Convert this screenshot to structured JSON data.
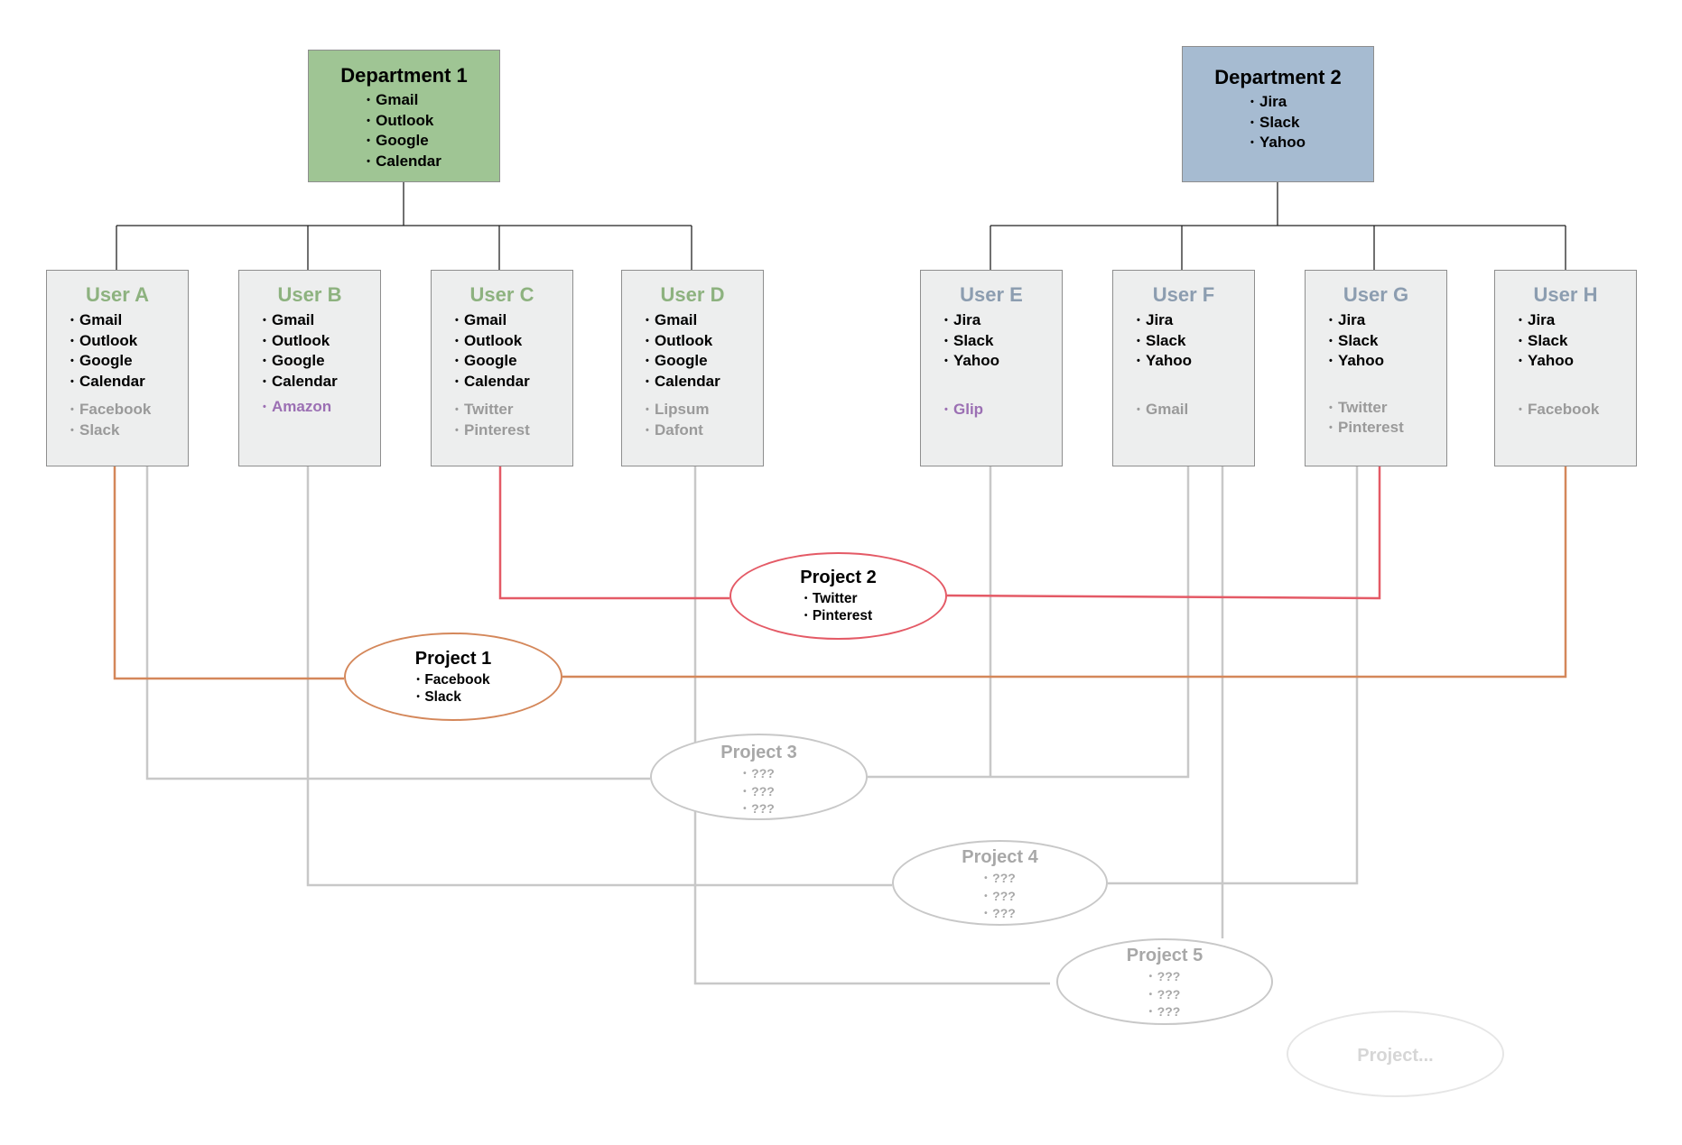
{
  "departments": [
    {
      "id": "dept-1",
      "title": "Department 1",
      "apps": [
        "Gmail",
        "Outlook",
        "Google",
        "Calendar"
      ],
      "color": "#9fc594"
    },
    {
      "id": "dept-2",
      "title": "Department 2",
      "apps": [
        "Jira",
        "Slack",
        "Yahoo"
      ],
      "color": "#a6bbd1"
    }
  ],
  "users": [
    {
      "id": "user-a",
      "title": "User A",
      "apps": [
        "Gmail",
        "Outlook",
        "Google",
        "Calendar"
      ],
      "extra": [
        "Facebook",
        "Slack"
      ]
    },
    {
      "id": "user-b",
      "title": "User B",
      "apps": [
        "Gmail",
        "Outlook",
        "Google",
        "Calendar"
      ],
      "extra": [
        "Amazon"
      ]
    },
    {
      "id": "user-c",
      "title": "User C",
      "apps": [
        "Gmail",
        "Outlook",
        "Google",
        "Calendar"
      ],
      "extra": [
        "Twitter",
        "Pinterest"
      ]
    },
    {
      "id": "user-d",
      "title": "User D",
      "apps": [
        "Gmail",
        "Outlook",
        "Google",
        "Calendar"
      ],
      "extra": [
        "Lipsum",
        "Dafont"
      ]
    },
    {
      "id": "user-e",
      "title": "User E",
      "apps": [
        "Jira",
        "Slack",
        "Yahoo"
      ],
      "extra": [
        "Glip"
      ]
    },
    {
      "id": "user-f",
      "title": "User F",
      "apps": [
        "Jira",
        "Slack",
        "Yahoo"
      ],
      "extra": [
        "Gmail"
      ]
    },
    {
      "id": "user-g",
      "title": "User G",
      "apps": [
        "Jira",
        "Slack",
        "Yahoo"
      ],
      "extra": [
        "Twitter",
        "Pinterest"
      ]
    },
    {
      "id": "user-h",
      "title": "User H",
      "apps": [
        "Jira",
        "Slack",
        "Yahoo"
      ],
      "extra": [
        "Facebook"
      ]
    }
  ],
  "projects": [
    {
      "id": "project-1",
      "title": "Project 1",
      "apps": [
        "Facebook",
        "Slack"
      ],
      "color": "#d4875a"
    },
    {
      "id": "project-2",
      "title": "Project 2",
      "apps": [
        "Twitter",
        "Pinterest"
      ],
      "color": "#e45a66"
    },
    {
      "id": "project-3",
      "title": "Project 3",
      "apps": [
        "???",
        "???",
        "???"
      ],
      "color": "#c8c8c8"
    },
    {
      "id": "project-4",
      "title": "Project 4",
      "apps": [
        "???",
        "???",
        "???"
      ],
      "color": "#c8c8c8"
    },
    {
      "id": "project-5",
      "title": "Project 5",
      "apps": [
        "???",
        "???",
        "???"
      ],
      "color": "#c8c8c8"
    },
    {
      "id": "project-more",
      "title": "Project...",
      "apps": [],
      "color": "#e6e6e6"
    }
  ],
  "bullet": "•",
  "colors": {
    "green_title": "#8db27f",
    "blue_title": "#8c9db0",
    "highlight": "#9b6fb3",
    "muted": "#9a9a9a",
    "connector": "#222222"
  }
}
